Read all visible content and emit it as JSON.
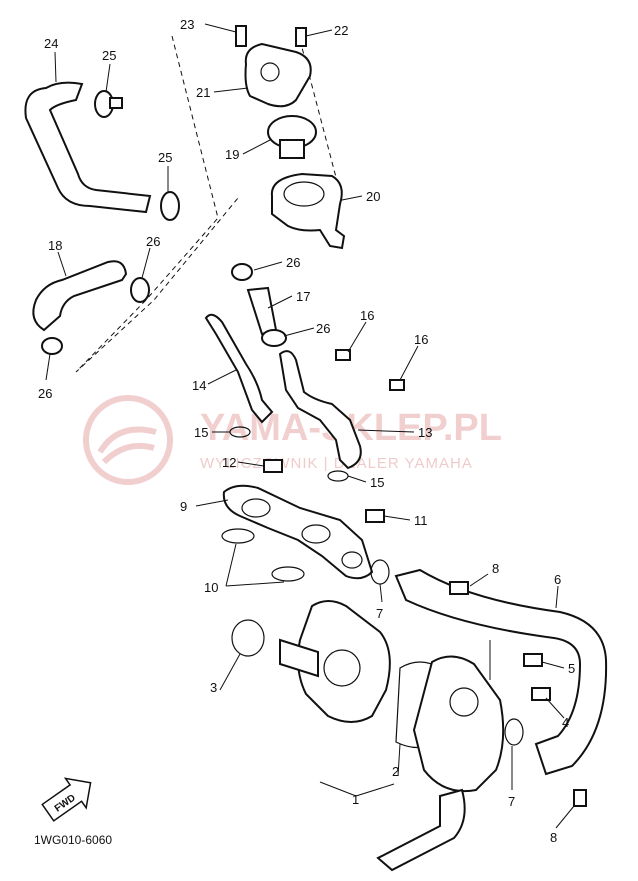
{
  "diagram": {
    "code": "1WG010-6060",
    "fwd_label": "FWD",
    "watermark": {
      "title": "YAMA-SKLEP.PL",
      "subtitle": "WYLICZOWNIK | DEALER YAMAHA"
    },
    "callouts": {
      "c1": "1",
      "c2": "2",
      "c3": "3",
      "c4": "4",
      "c5": "5",
      "c6": "6",
      "c7a": "7",
      "c7b": "7",
      "c8a": "8",
      "c8b": "8",
      "c9": "9",
      "c10": "10",
      "c11": "11",
      "c12": "12",
      "c13": "13",
      "c14": "14",
      "c15a": "15",
      "c15b": "15",
      "c16a": "16",
      "c16b": "16",
      "c17": "17",
      "c18": "18",
      "c19": "19",
      "c20": "20",
      "c21": "21",
      "c22": "22",
      "c23": "23",
      "c24": "24",
      "c25a": "25",
      "c25b": "25",
      "c26a": "26",
      "c26b": "26",
      "c26c": "26",
      "c26d": "26"
    }
  }
}
